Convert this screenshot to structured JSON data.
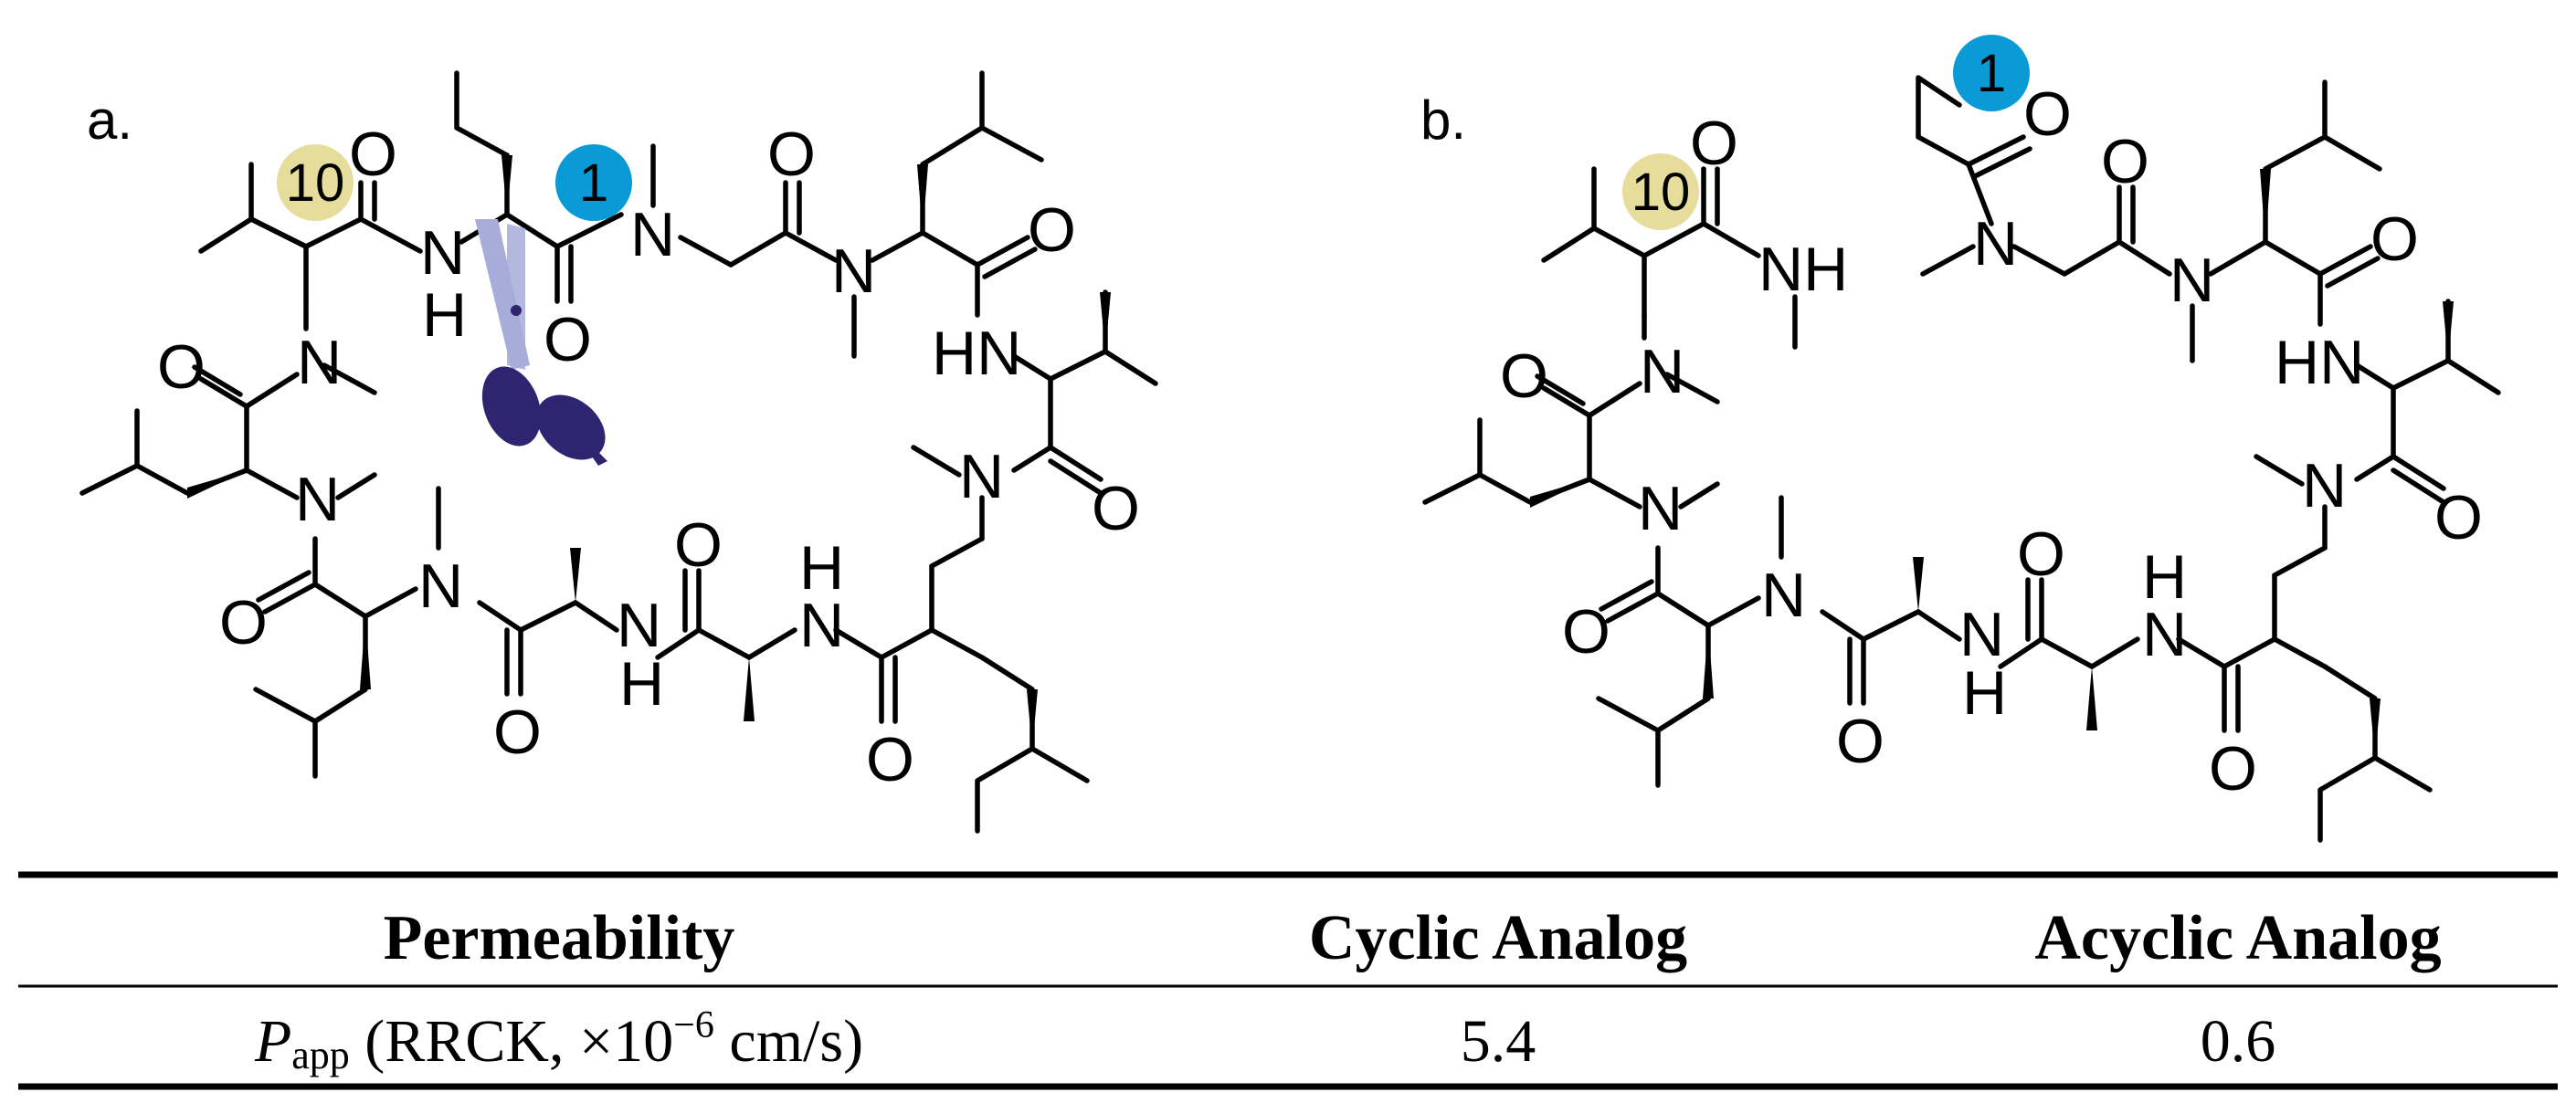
{
  "colors": {
    "badge_residue_10": "#e6dc9c",
    "badge_residue_1": "#0a9ad6",
    "scissors_handle": "#2e2470",
    "scissors_blade": "#a8acd8"
  },
  "icons": {
    "cleavage_marker": "scissors-icon"
  },
  "panel_a": {
    "label": "a.",
    "badge_10": "10",
    "badge_1": "1",
    "atoms": {
      "o_val10": "O",
      "nh_val10": "H",
      "nh_val10_n": "N",
      "o_abu1": "O",
      "n_sar": "N",
      "o_sar": "O",
      "n_meleu_top": "N",
      "o_meleu_top": "O",
      "hn_val_right": "HN",
      "n_meval_right": "N",
      "o_meval_right": "O",
      "n_meleu_br": "N",
      "o_meleu_br": "O",
      "nh_ala_right": "N",
      "h_ala_right": "H",
      "o_ala_right": "O",
      "nh_ala_left": "N",
      "h_ala_left": "H",
      "o_ala_left": "O",
      "n_meleu_bl": "N",
      "o_meleu_bl": "O",
      "n_meleu_left": "N",
      "o_meleu_left": "O",
      "n_meval_left": "N"
    }
  },
  "panel_b": {
    "label": "b.",
    "badge_10": "10",
    "badge_1": "1",
    "atoms": {
      "o_val10": "O",
      "nh_val10": "NH",
      "o_abu1": "O",
      "n_sar": "N",
      "o_sar": "O",
      "n_meleu_top": "N",
      "o_meleu_top": "O",
      "hn_val_right": "HN",
      "n_meval_right": "N",
      "o_meval_right": "O",
      "n_meleu_br": "N",
      "o_meleu_br": "O",
      "nh_ala_right": "N",
      "h_ala_right": "H",
      "o_ala_right": "O",
      "nh_ala_left": "N",
      "h_ala_left": "H",
      "o_ala_left": "O",
      "n_meleu_bl": "N",
      "o_meleu_bl": "O",
      "n_meleu_left": "N",
      "o_meleu_left": "O",
      "n_meval_left": "N"
    }
  },
  "table": {
    "headers": [
      "Permeability",
      "Cyclic Analog",
      "Acyclic Analog"
    ],
    "row": {
      "label_main": "P",
      "label_sub": "app",
      "label_rest": " (RRCK, ×10",
      "label_sup": "−6",
      "label_unit": " cm/s)",
      "cyclic": "5.4",
      "acyclic": "0.6"
    }
  }
}
